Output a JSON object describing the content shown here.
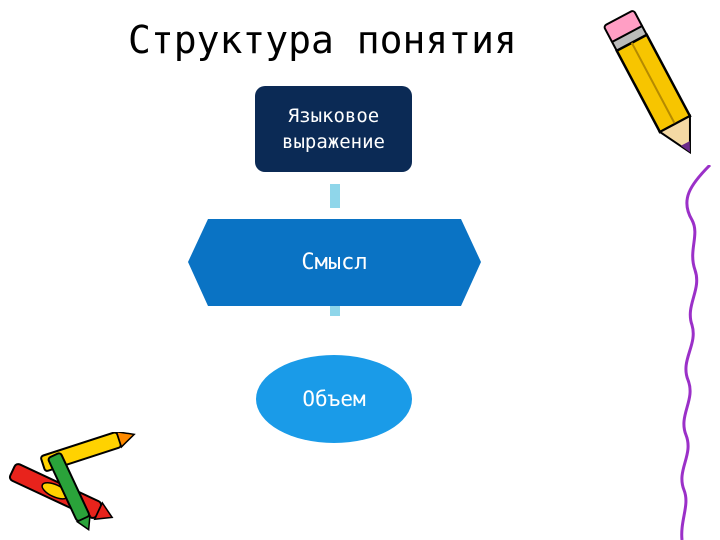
{
  "title": "Структура понятия",
  "nodes": {
    "top_line1": "Языковое",
    "top_line2": "выражение",
    "middle": "Смысл",
    "bottom": "Объем"
  },
  "colors": {
    "top_fill": "#0b2a55",
    "middle_fill": "#0a73c4",
    "bottom_fill": "#1a9be8",
    "connector": "#8fd6ea",
    "wavy_line": "#9b30c8"
  },
  "icons": [
    "pencil-icon",
    "crayons-icon",
    "wavy-line"
  ]
}
